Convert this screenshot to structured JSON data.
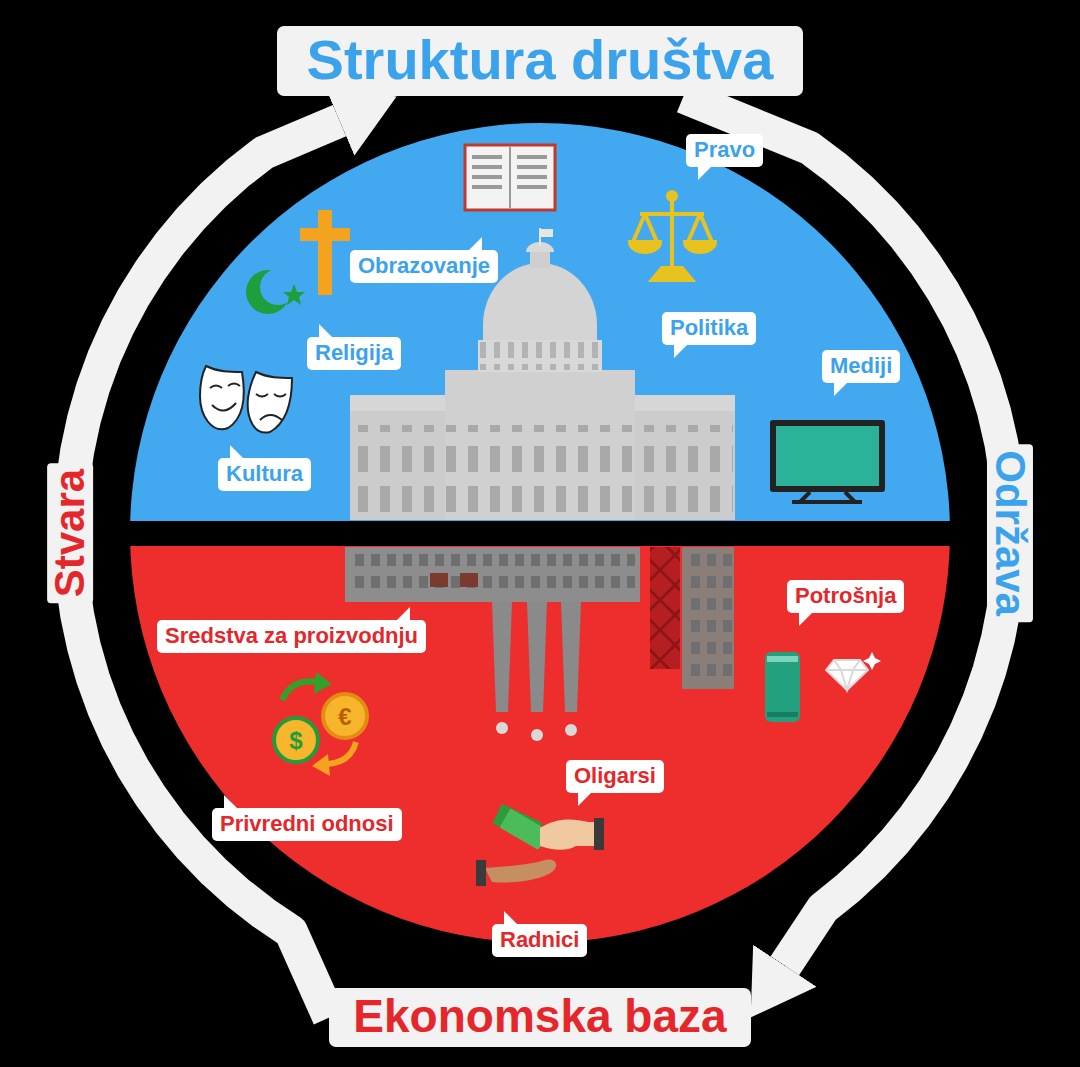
{
  "diagram": {
    "nodes": [
      {
        "text": [
          "Struktura društva"
        ]
      },
      {
        "text": [
          "Pravo"
        ]
      },
      {
        "text": [
          "Obrazovanje"
        ]
      },
      {
        "text": [
          "Religija"
        ]
      },
      {
        "text": [
          "Politika"
        ]
      },
      {
        "text": [
          "Mediji"
        ]
      },
      {
        "text": [
          "Kultura"
        ]
      },
      {
        "text": [
          "Sredstva za proizvodnju"
        ]
      },
      {
        "text": [
          "Potrošnja"
        ]
      },
      {
        "text": [
          "Oligarsi"
        ]
      },
      {
        "text": [
          "Privredni odnosi"
        ]
      },
      {
        "text": [
          "Radnici"
        ]
      },
      {
        "text": [
          "Ekonomska baza"
        ]
      }
    ],
    "edges": [
      {
        "from": 12,
        "to": 0,
        "label": "Stvara",
        "arrow": "to"
      },
      {
        "from": 0,
        "to": 12,
        "label": "Održava",
        "arrow": "to"
      }
    ],
    "labels": [
      "$",
      "€"
    ]
  }
}
